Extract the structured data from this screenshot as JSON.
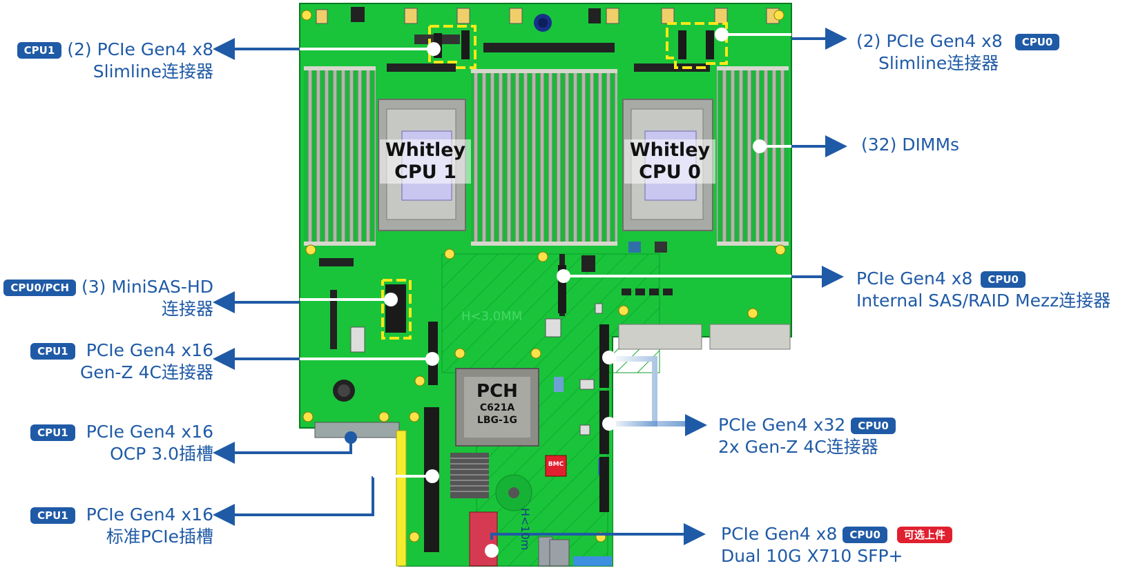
{
  "cpu_labels": {
    "cpu1": "Whitley\nCPU 1",
    "cpu0": "Whitley\nCPU 0"
  },
  "cpu1_line1": "Whitley",
  "cpu1_line2": "CPU 1",
  "cpu0_line1": "Whitley",
  "cpu0_line2": "CPU 0",
  "pch": {
    "title": "PCH",
    "model": "C621A",
    "sku": "LBG-1G"
  },
  "bmc": "BMC",
  "board_marks": {
    "height1": "H<3.0MM",
    "height2": "H<10m"
  },
  "callouts": {
    "slim_cpu1": {
      "badge": "CPU1",
      "line1": "(2) PCIe Gen4 x8",
      "line2": "Slimline连接器"
    },
    "slim_cpu0": {
      "badge": "CPU0",
      "line1": "(2) PCIe Gen4 x8",
      "line2": "Slimline连接器"
    },
    "dimms": {
      "line1": "(32) DIMMs"
    },
    "minisas": {
      "badge": "CPU0/PCH",
      "line1": "(3) MiniSAS-HD",
      "line2": "连接器"
    },
    "mezz": {
      "badge": "CPU0",
      "line1": "PCIe Gen4 x8",
      "line2": "Internal SAS/RAID Mezz连接器"
    },
    "genz_cpu1": {
      "badge": "CPU1",
      "line1": "PCIe Gen4 x16",
      "line2": "Gen-Z 4C连接器"
    },
    "ocp": {
      "badge": "CPU1",
      "line1": "PCIe Gen4 x16",
      "line2": "OCP 3.0插槽"
    },
    "genz_cpu0": {
      "badge": "CPU0",
      "line1": "PCIe Gen4 x32",
      "line2": "2x Gen-Z 4C连接器"
    },
    "pcie_slot": {
      "badge": "CPU1",
      "line1": "PCIe Gen4 x16",
      "line2": "标准PCIe插槽"
    },
    "sfp": {
      "badge": "CPU0",
      "badge2": "可选上件",
      "line1": "PCIe Gen4 x8",
      "line2": "Dual 10G X710 SFP+"
    }
  },
  "colors": {
    "board": "#19c43a",
    "label": "#1f5aa6",
    "arrow": "#1f5aa6",
    "highlight": "#ffe81a",
    "optional": "#e0202e"
  }
}
